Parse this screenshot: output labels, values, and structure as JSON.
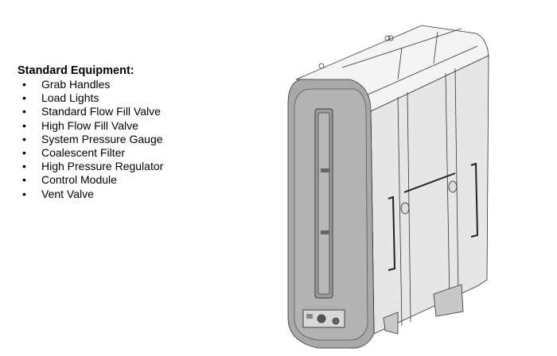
{
  "equipment": {
    "title": "Standard Equipment:",
    "items": [
      "Grab Handles",
      "Load Lights",
      "Standard Flow Fill Valve",
      "High Flow Fill Valve",
      "System Pressure Gauge",
      "Coalescent Filter",
      "High Pressure Regulator",
      "Control Module",
      "Vent Valve"
    ]
  },
  "drawing": {
    "subject": "isometric-equipment-enclosure",
    "colors": {
      "front_panel": "#a9a9a9",
      "side_panel": "#e4e4e4",
      "top": "#f2f2f2",
      "outline": "#333333"
    }
  }
}
